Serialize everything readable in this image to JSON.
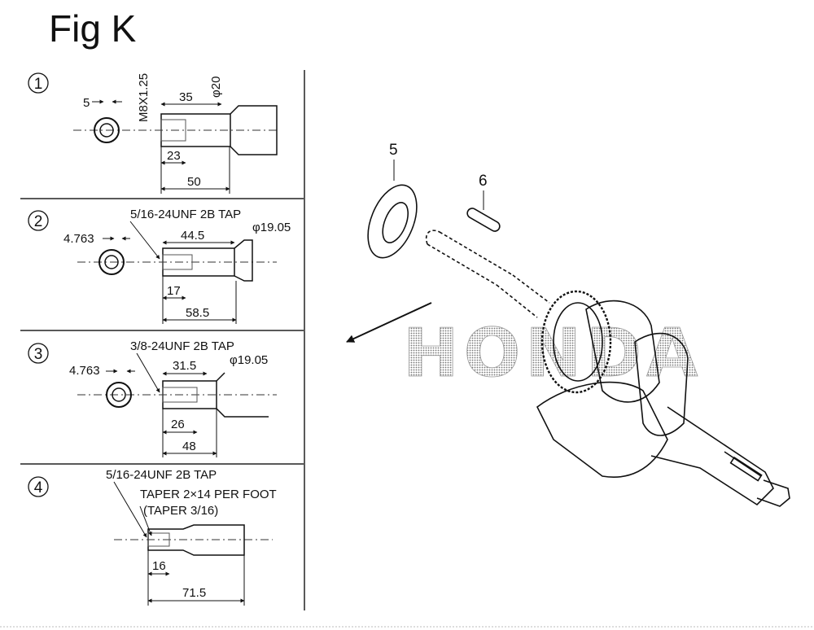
{
  "title": "Fig K",
  "watermark": "HONDA",
  "panels": [
    {
      "id": "1",
      "labels": [
        "5",
        "M8X1.25",
        "35",
        "φ20",
        "23",
        "50"
      ]
    },
    {
      "id": "2",
      "labels": [
        "5/16-24UNF 2B TAP",
        "4.763",
        "44.5",
        "φ19.05",
        "17",
        "58.5"
      ]
    },
    {
      "id": "3",
      "labels": [
        "3/8-24UNF 2B TAP",
        "4.763",
        "31.5",
        "φ19.05",
        "26",
        "48"
      ]
    },
    {
      "id": "4",
      "labels": [
        "5/16-24UNF 2B TAP",
        "TAPER 2×14 PER FOOT",
        "(TAPER 3/16)",
        "16",
        "71.5"
      ]
    }
  ],
  "callouts": [
    "5",
    "6"
  ]
}
